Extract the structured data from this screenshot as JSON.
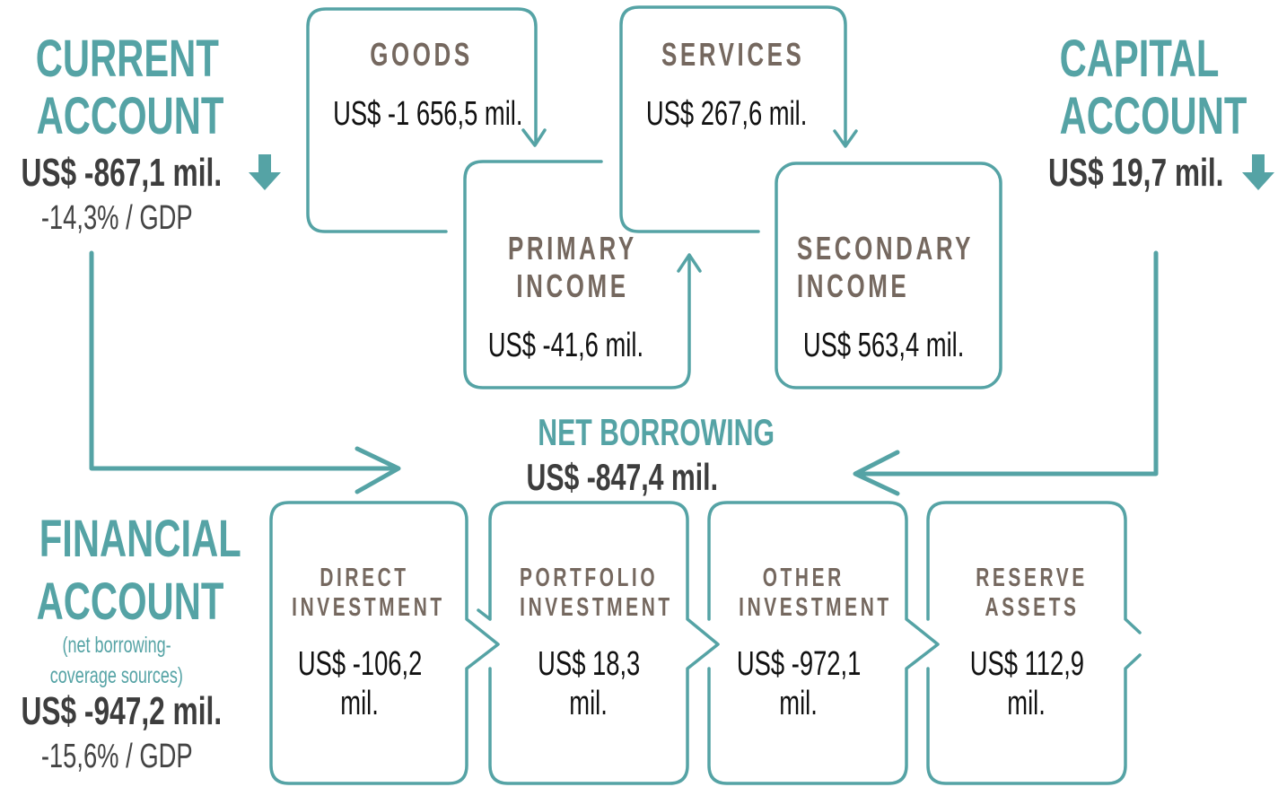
{
  "current_account": {
    "title_1": "CURRENT",
    "title_2": "ACCOUNT",
    "value": "US$ -867,1 mil.",
    "ratio": "-14,3% / GDP",
    "trend_icon": "arrow-down"
  },
  "capital_account": {
    "title_1": "CAPITAL",
    "title_2": "ACCOUNT",
    "value": "US$ 19,7 mil.",
    "trend_icon": "arrow-down"
  },
  "goods": {
    "title": "GOODS",
    "value": "US$ -1 656,5 mil."
  },
  "services": {
    "title": "SERVICES",
    "value": "US$ 267,6 mil."
  },
  "primary_income": {
    "title_1": "PRIMARY",
    "title_2": "INCOME",
    "value": "US$ -41,6 mil."
  },
  "secondary_income": {
    "title_1": "SECONDARY",
    "title_2": "INCOME",
    "value": "US$ 563,4 mil."
  },
  "net_borrowing": {
    "title": "NET BORROWING",
    "value": "US$ -847,4 mil."
  },
  "financial_account": {
    "title_1": "FINANCIAL",
    "title_2": "ACCOUNT",
    "note_1": "(net borrowing-",
    "note_2": "coverage sources)",
    "value": "US$ -947,2 mil.",
    "ratio": "-15,6% / GDP"
  },
  "components": [
    {
      "title_1": "DIRECT",
      "title_2": "INVESTMENT",
      "value_1": "US$ -106,2",
      "value_2": "mil."
    },
    {
      "title_1": "PORTFOLIO",
      "title_2": "INVESTMENT",
      "value_1": "US$ 18,3",
      "value_2": "mil."
    },
    {
      "title_1": "OTHER",
      "title_2": "INVESTMENT",
      "value_1": "US$ -972,1",
      "value_2": "mil."
    },
    {
      "title_1": "RESERVE",
      "title_2": "ASSETS",
      "value_1": "US$ 112,9",
      "value_2": "mil."
    }
  ],
  "colors": {
    "teal": "#55a3a5",
    "title_gray": "#75685f",
    "dark": "#3d3d3d"
  }
}
